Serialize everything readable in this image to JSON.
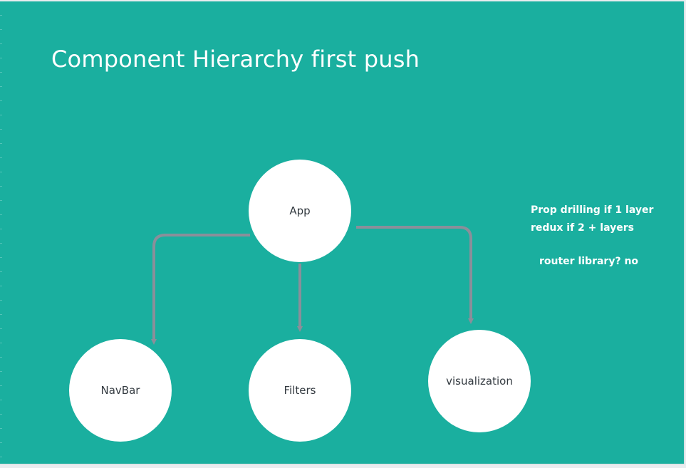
{
  "slide": {
    "title": "Component Hierarchy first push",
    "background_color": "#1aaf9f"
  },
  "nodes": {
    "app": "App",
    "navbar": "NavBar",
    "filters": "Filters",
    "visualization": "visualization"
  },
  "edges": [
    {
      "from": "App",
      "to": "NavBar"
    },
    {
      "from": "App",
      "to": "Filters"
    },
    {
      "from": "App",
      "to": "visualization"
    }
  ],
  "connector_color": "#8a8f9a",
  "notes": {
    "line1": "Prop drilling if 1 layer",
    "line2": "redux if 2 + layers",
    "line3": "router library? no"
  }
}
